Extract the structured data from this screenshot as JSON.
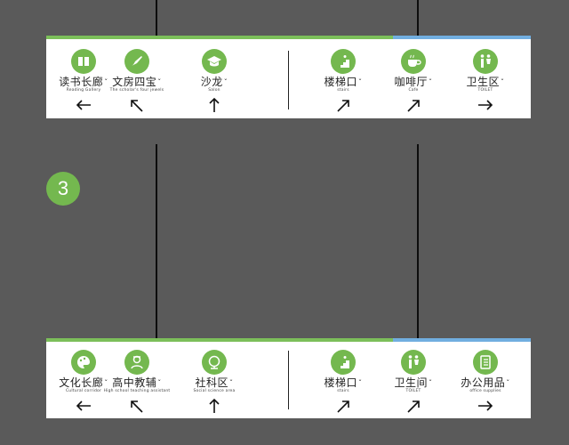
{
  "step_badge": "3",
  "colors": {
    "green": "#7cbf5a",
    "blue": "#71aee0",
    "icon": "#74b84f",
    "background": "#5a5a5a"
  },
  "signs": [
    {
      "items": [
        {
          "cn": "读书长廊",
          "en": "Reading Gallery",
          "icon": "book-icon",
          "arrow": "left"
        },
        {
          "cn": "文房四宝",
          "en": "The scholar's four jewels",
          "icon": "brush-icon",
          "arrow": "up-left"
        },
        {
          "cn": "沙龙",
          "en": "Salon",
          "icon": "graduation-cap-icon",
          "arrow": "up"
        },
        {
          "cn": "楼梯口",
          "en": "stairs",
          "icon": "stairs-icon",
          "arrow": "up-right"
        },
        {
          "cn": "咖啡厅",
          "en": "Cafe",
          "icon": "coffee-cup-icon",
          "arrow": "up-right"
        },
        {
          "cn": "卫生区",
          "en": "TOILET",
          "icon": "toilet-icon",
          "arrow": "right"
        }
      ]
    },
    {
      "items": [
        {
          "cn": "文化长廊",
          "en": "Cultural corridor",
          "icon": "palette-icon",
          "arrow": "left"
        },
        {
          "cn": "高中教辅",
          "en": "High school teaching assistant",
          "icon": "teacher-icon",
          "arrow": "up-left"
        },
        {
          "cn": "社科区",
          "en": "Social science area",
          "icon": "globe-icon",
          "arrow": "up"
        },
        {
          "cn": "楼梯口",
          "en": "stairs",
          "icon": "stairs-icon",
          "arrow": "up-right"
        },
        {
          "cn": "卫生间",
          "en": "TOILET",
          "icon": "toilet-icon",
          "arrow": "up-right"
        },
        {
          "cn": "办公用品",
          "en": "office supplies",
          "icon": "notebook-icon",
          "arrow": "right"
        }
      ]
    }
  ]
}
